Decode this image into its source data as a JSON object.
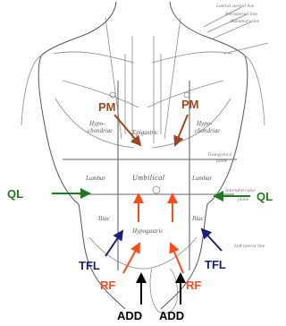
{
  "anatomy_notes": {
    "lateral_sternal": "Lateral sternal line",
    "parasternal": "Parasternal line",
    "mammary": "Mammary line",
    "transpyloric_1": "Transpyloric",
    "transpyloric_2": "plane",
    "intertubercular_1": "Intertubercular",
    "intertubercular_2": "plane",
    "left_lateral": "Left lateral line"
  },
  "regions": {
    "hypochondriac_left_1": "Hypo-",
    "hypochondriac_left_2": "chondriac",
    "hypochondriac_right_1": "Hypo-",
    "hypochondriac_right_2": "chondriac",
    "epigastric": "Epigastric",
    "lumbar_left": "Lumbar",
    "umbilical": "Umbilical",
    "lumbar_right": "Lumbar",
    "iliac_left": "Iliac",
    "hypogastric": "Hypogastric",
    "iliac_right": "Iliac"
  },
  "muscle_labels": {
    "pm_left": "PM",
    "pm_right": "PM",
    "ql_left": "QL",
    "ql_right": "QL",
    "tfl_left": "TFL",
    "tfl_right": "TFL",
    "rf_left": "RF",
    "rf_right": "RF",
    "add_left": "ADD",
    "add_right": "ADD"
  },
  "colors": {
    "pm": "#a0461e",
    "ql": "#1e7a1e",
    "tfl": "#1a1f7a",
    "rf": "#ff4a1a",
    "add": "#000000",
    "sketch": "#8a8a8a"
  }
}
